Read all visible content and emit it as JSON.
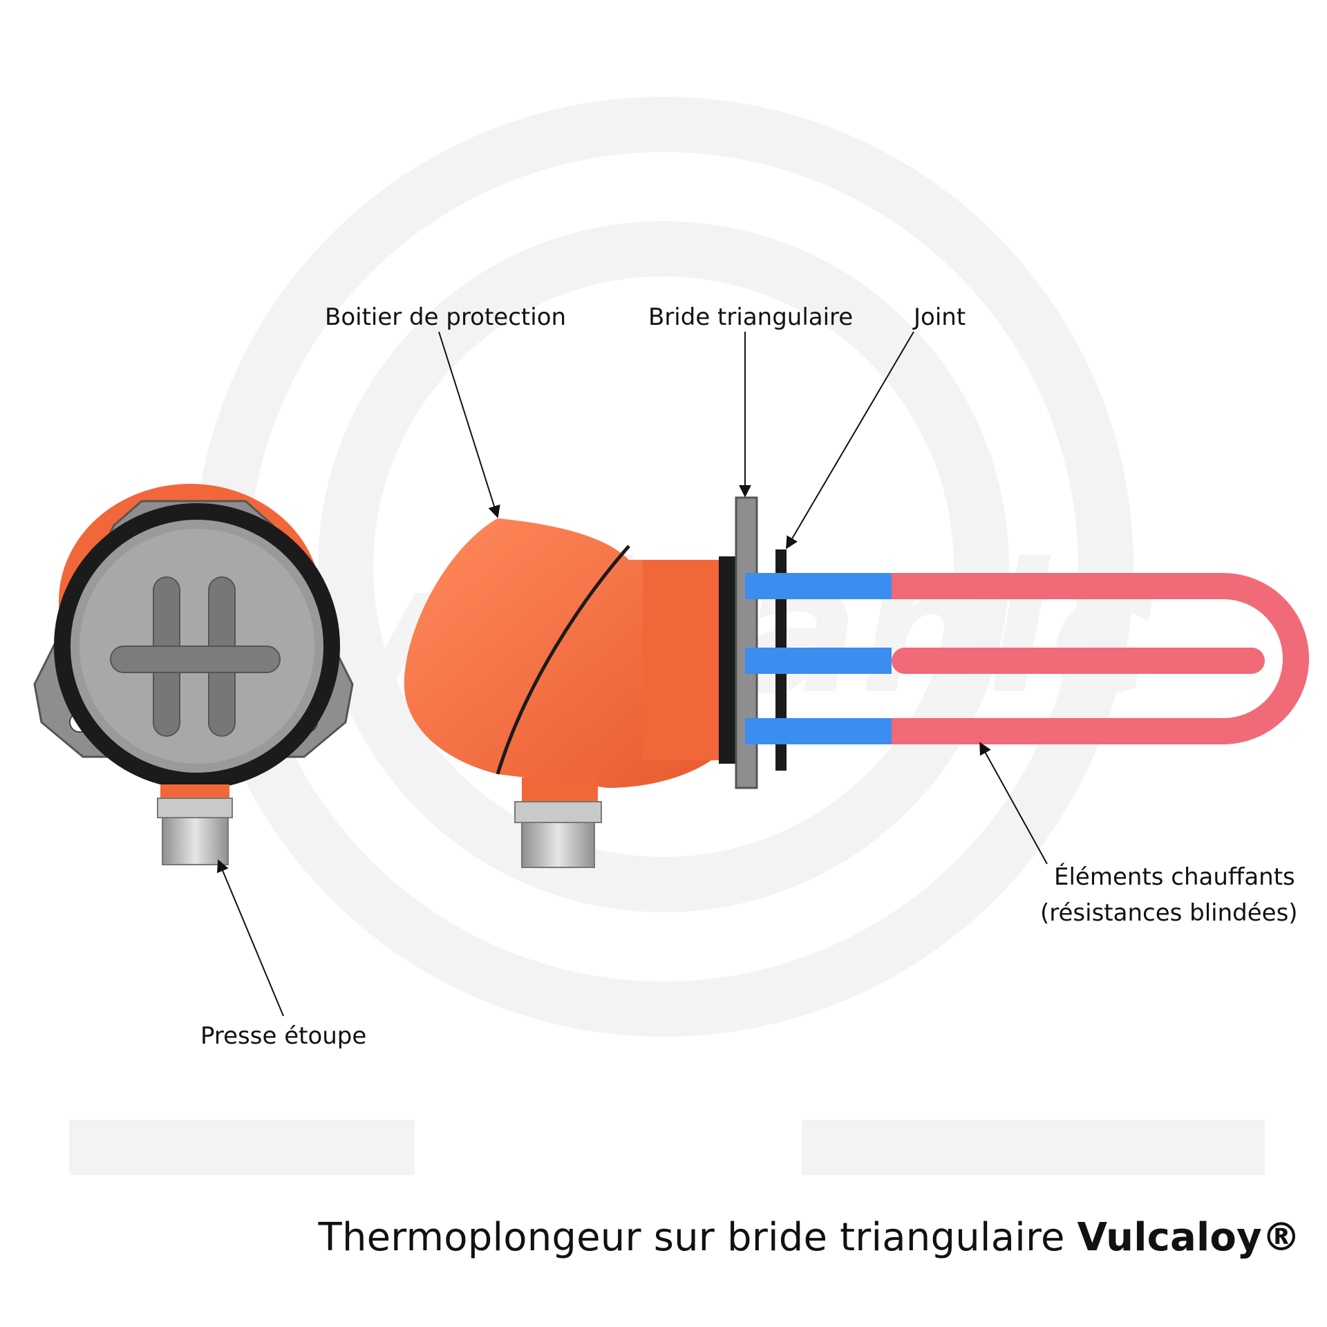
{
  "diagram": {
    "labels": {
      "housing": "Boitier de protection",
      "flange": "Bride triangulaire",
      "gasket": "Joint",
      "gland": "Presse étoupe",
      "elements_line1": "Éléments chauffants",
      "elements_line2": "(résistances blindées)"
    },
    "title": {
      "main": "Thermoplongeur sur bride triangulaire ",
      "brand": "Vulcaloy®"
    },
    "watermark": "vulcanic",
    "colors": {
      "housing_orange": "#F2673A",
      "housing_orange_light": "#FF8A5C",
      "flange_grey": "#8E8E8E",
      "gasket_black": "#1B1B1B",
      "cold_zone_blue": "#3B8DF0",
      "heating_red": "#F06A78",
      "gland_silver": "#BDBDBD",
      "watermark_grey": "#F3F3F3"
    }
  }
}
